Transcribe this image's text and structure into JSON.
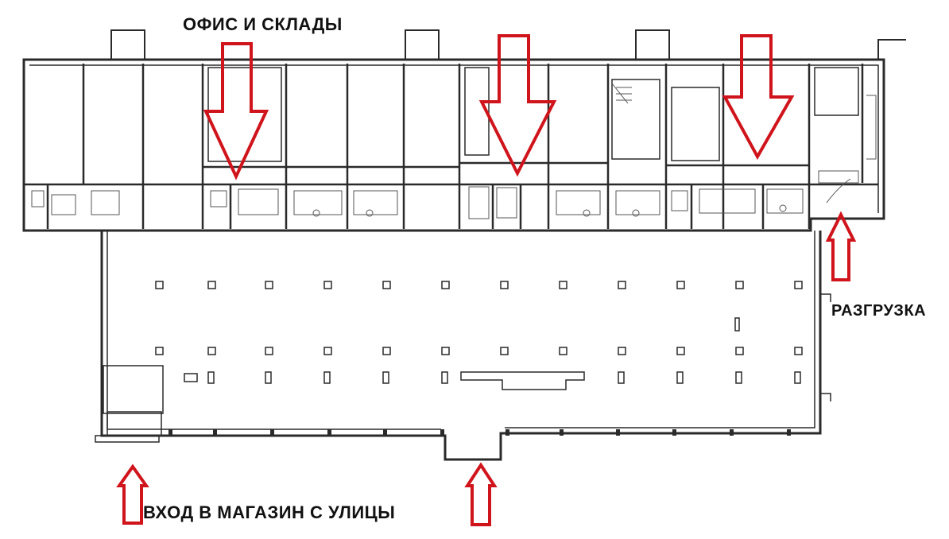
{
  "labels": {
    "office": "ОФИС И СКЛАДЫ",
    "unloading": "РАЗГРУЗКА",
    "entrance": "ВХОД В МАГАЗИН С УЛИЦЫ"
  },
  "colors": {
    "wall": "#2a2a2a",
    "thin_line": "#555555",
    "arrow": "#d0141c",
    "background": "#ffffff"
  },
  "icons": [
    "down-arrow-icon",
    "up-arrow-icon"
  ]
}
